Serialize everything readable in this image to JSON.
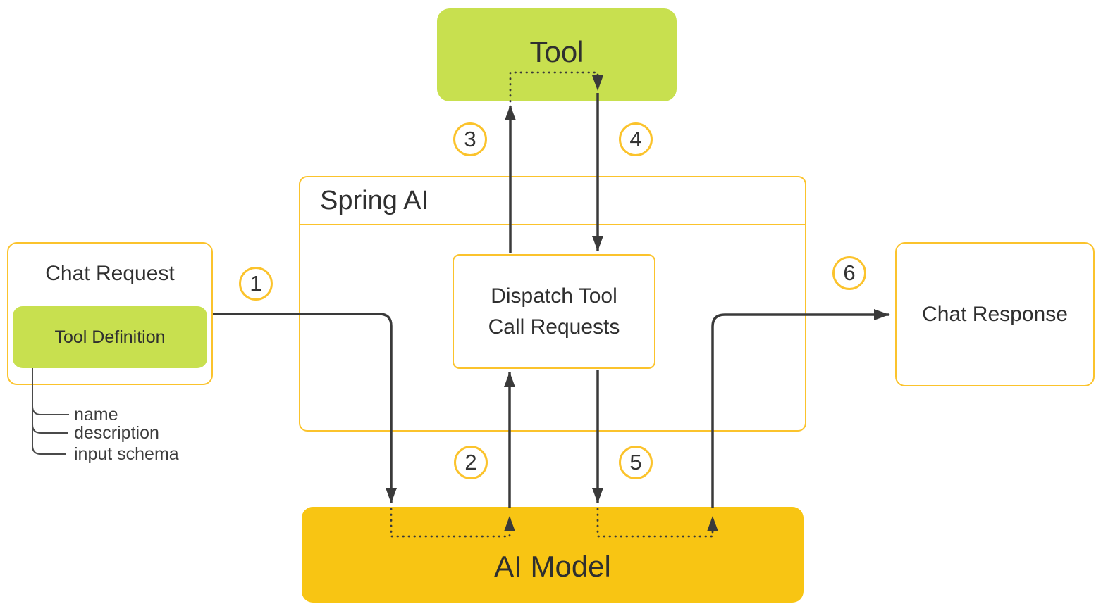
{
  "diagram": {
    "tool_box": {
      "label": "Tool"
    },
    "spring_ai": {
      "title": "Spring AI",
      "dispatch_label": "Dispatch Tool Call Requests"
    },
    "chat_request": {
      "title": "Chat Request",
      "tool_definition_label": "Tool Definition",
      "annotations": [
        "name",
        "description",
        "input schema"
      ]
    },
    "chat_response": {
      "label": "Chat Response"
    },
    "ai_model": {
      "label": "AI Model"
    },
    "steps": [
      "1",
      "2",
      "3",
      "4",
      "5",
      "6"
    ]
  },
  "colors": {
    "accent-green": "#c8e04f",
    "accent-gold": "#f8c513",
    "accent-yellow": "#fbc32c",
    "line-color": "#3a3a3a",
    "text-color": "#2f2f2f"
  }
}
